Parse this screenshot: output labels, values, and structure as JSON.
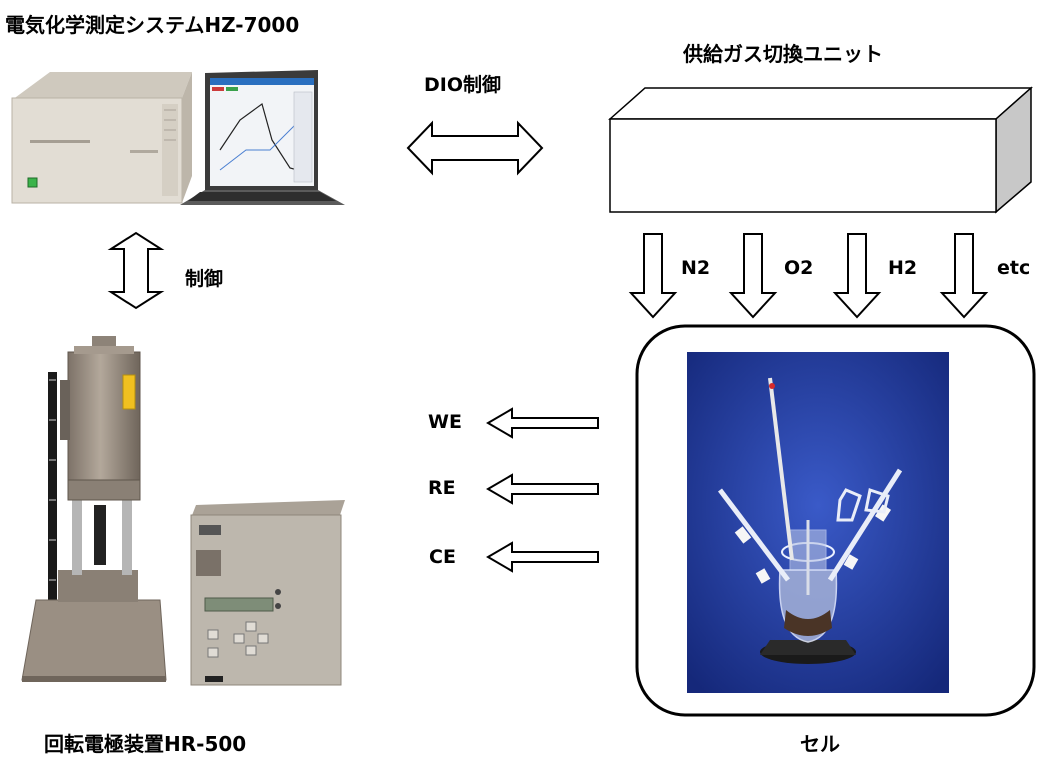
{
  "titles": {
    "system": "電気化学測定システムHZ-7000",
    "gas_unit": "供給ガス切換ユニット",
    "rotator": "回転電極装置HR-500",
    "cell": "セル"
  },
  "links": {
    "dio_control": "DIO制御",
    "control": "制御"
  },
  "gases": [
    "N2",
    "O2",
    "H2",
    "etc"
  ],
  "electrodes": [
    "WE",
    "RE",
    "CE"
  ],
  "colors": {
    "instrument_body": "#e2ddd4",
    "laptop_screen": "#f2f4f7",
    "rotator_body": "#9a8f83",
    "cell_background": "#233fa0",
    "box_side": "#c8c8c8"
  }
}
